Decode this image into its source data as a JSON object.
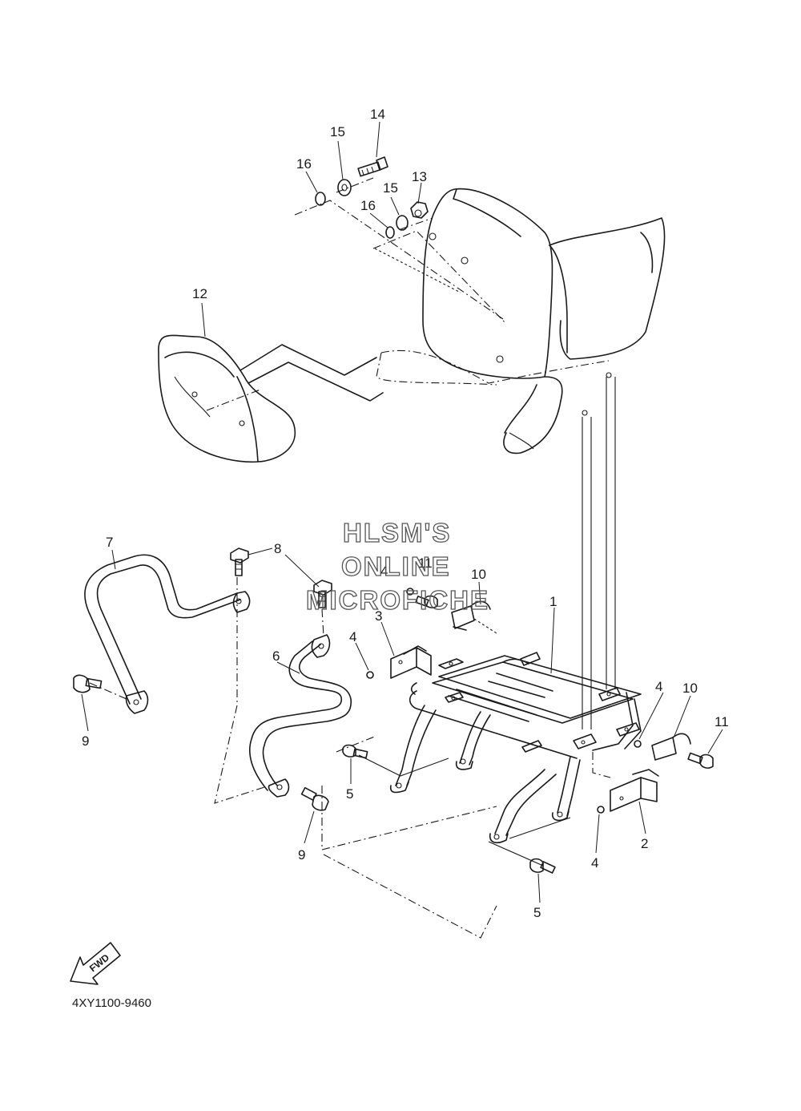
{
  "diagram": {
    "part_code": "4XY1100-9460",
    "fwd_label": "FWD",
    "watermark": [
      "HLSM'S",
      "ONLINE",
      "MICROFICHE"
    ],
    "callouts": [
      {
        "id": "c1",
        "label": "1"
      },
      {
        "id": "c2",
        "label": "2"
      },
      {
        "id": "c3",
        "label": "3"
      },
      {
        "id": "c4a",
        "label": "4"
      },
      {
        "id": "c4b",
        "label": "4"
      },
      {
        "id": "c4c",
        "label": "4"
      },
      {
        "id": "c4d",
        "label": "4"
      },
      {
        "id": "c5a",
        "label": "5"
      },
      {
        "id": "c5b",
        "label": "5"
      },
      {
        "id": "c6",
        "label": "6"
      },
      {
        "id": "c7",
        "label": "7"
      },
      {
        "id": "c8",
        "label": "8"
      },
      {
        "id": "c9a",
        "label": "9"
      },
      {
        "id": "c9b",
        "label": "9"
      },
      {
        "id": "c10a",
        "label": "10"
      },
      {
        "id": "c10b",
        "label": "10"
      },
      {
        "id": "c11a",
        "label": "11"
      },
      {
        "id": "c11b",
        "label": "11"
      },
      {
        "id": "c12",
        "label": "12"
      },
      {
        "id": "c13",
        "label": "13"
      },
      {
        "id": "c14",
        "label": "14"
      },
      {
        "id": "c15a",
        "label": "15"
      },
      {
        "id": "c15b",
        "label": "15"
      },
      {
        "id": "c16a",
        "label": "16"
      },
      {
        "id": "c16b",
        "label": "16"
      }
    ]
  }
}
